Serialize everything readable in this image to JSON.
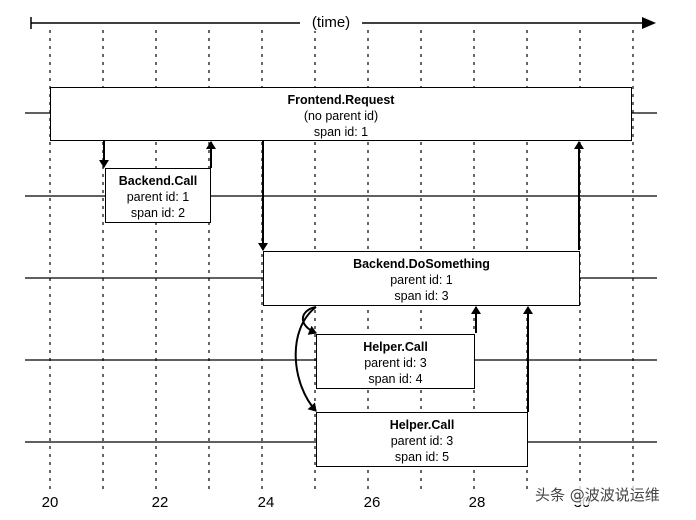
{
  "axis": {
    "label": "(time)",
    "ticks": [
      "20",
      "22",
      "24",
      "26",
      "28",
      "30"
    ]
  },
  "spans": [
    {
      "name": "Frontend.Request",
      "parent": "(no parent id)",
      "span_id": "span id: 1"
    },
    {
      "name": "Backend.Call",
      "parent": "parent id: 1",
      "span_id": "span id: 2"
    },
    {
      "name": "Backend.DoSomething",
      "parent": "parent id: 1",
      "span_id": "span id: 3"
    },
    {
      "name": "Helper.Call",
      "parent": "parent id: 3",
      "span_id": "span id: 4"
    },
    {
      "name": "Helper.Call",
      "parent": "parent id: 3",
      "span_id": "span id: 5"
    }
  ],
  "watermark": "头条 @波波说运维",
  "colors": {
    "line": "#000000",
    "background": "#ffffff"
  }
}
